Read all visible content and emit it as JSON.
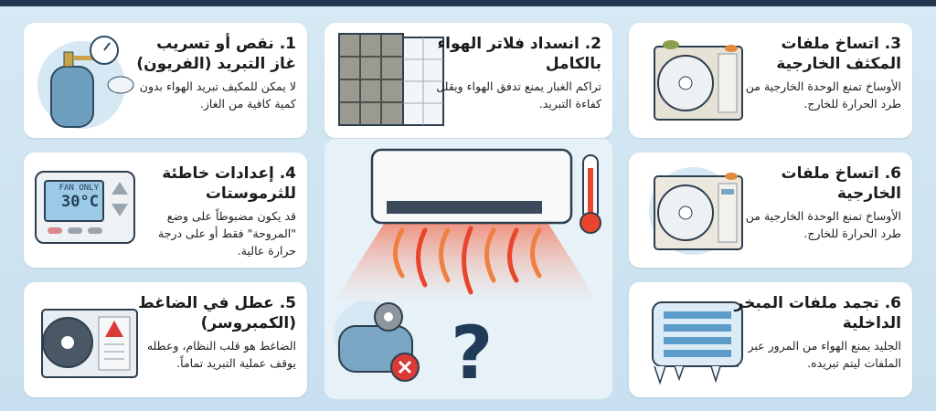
{
  "cards": {
    "c1": {
      "title": "1. نقص أو تسريب غاز التبريد (الفريون)",
      "desc": "لا يمكن للمكيف تبريد الهواء بدون كمية كافية من الغاز.",
      "icon": "gas-cylinder-gauge-icon"
    },
    "c2": {
      "title": "2. انسداد فلاتر الهواء بالكامل",
      "desc": "تراكم الغبار يمنع تدفق الهواء ويقلل كفاءة التبريد.",
      "icon": "dirty-air-filter-icon"
    },
    "c3": {
      "title": "3. اتساخ ملفات المكثف الخارجية",
      "desc": "الأوساخ تمنع الوحدة الخارجية من طرد الحرارة للخارج.",
      "icon": "dirty-outdoor-unit-icon"
    },
    "c4": {
      "title": "4. إعدادات خاطئة للثرموستات",
      "desc": "قد يكون مضبوطاً على وضع \"المروحة\" فقط أو على درجة حرارة عالية.",
      "icon": "thermostat-icon",
      "display_mode": "FAN ONLY",
      "display_temp": "30°C"
    },
    "c5": {
      "title": "5. عطل في الضاغط (الكمبروسر)",
      "desc": "الضاغط هو قلب النظام، وعطله يوقف عملية التبريد تماماً.",
      "icon": "compressor-warning-icon"
    },
    "c6": {
      "title": "6. اتساخ ملفات الخارجية",
      "desc": "الأوساخ تمنع الوحدة الخارجية من طرد الحرارة للخارج.",
      "icon": "dirty-outdoor-unit-icon"
    },
    "c7": {
      "title": "6. تجمد ملفات المبخر الداخلية",
      "desc": "الجليد يمنع الهواء من المرور عبر الملفات ليتم تبريده.",
      "icon": "frozen-coil-icon"
    }
  },
  "center": {
    "icons": [
      "split-ac-unit-icon",
      "thermometer-icon",
      "hot-air-arrows-icon",
      "broken-compressor-icon",
      "question-mark-icon"
    ],
    "question": "?"
  },
  "colors": {
    "header": "#24384f",
    "hot": "#e8452c",
    "question": "#1f3b57",
    "error": "#d93a35"
  }
}
